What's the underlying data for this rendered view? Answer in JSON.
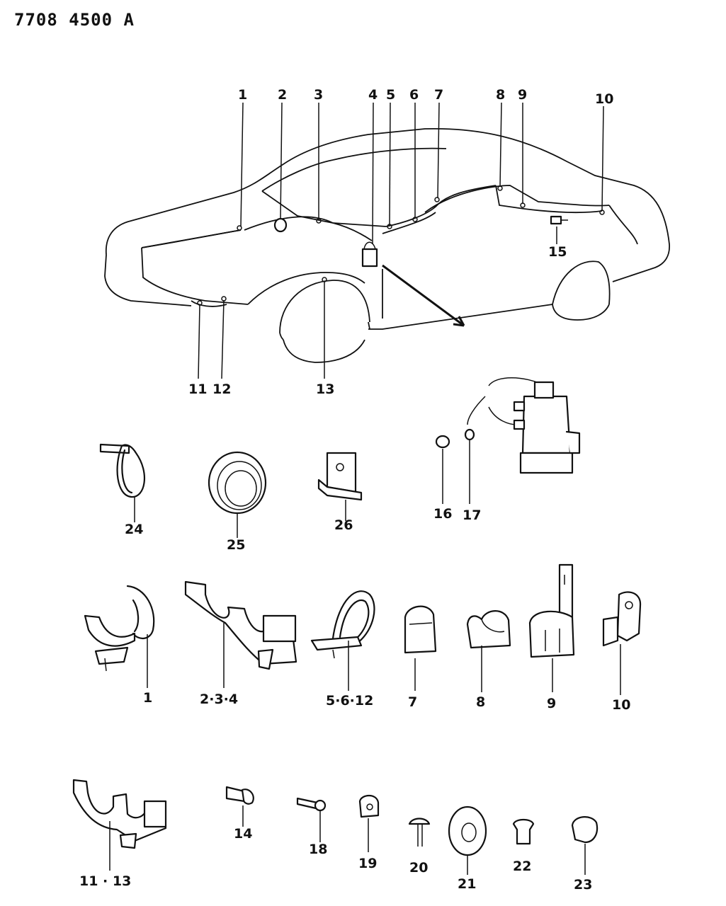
{
  "document": {
    "code": "7708 4500 A"
  },
  "vehicle_callouts": [
    "1",
    "2",
    "3",
    "4",
    "5",
    "6",
    "7",
    "8",
    "9",
    "10",
    "11",
    "12",
    "13",
    "15"
  ],
  "parts": {
    "p24": "24",
    "p25": "25",
    "p26": "26",
    "p16": "16",
    "p17": "17",
    "p1": "1",
    "p234": "2·3·4",
    "p5612": "5·6·12",
    "p7": "7",
    "p8": "8",
    "p9": "9",
    "p10": "10",
    "p1113": "11 · 13",
    "p14": "14",
    "p18": "18",
    "p19": "19",
    "p20": "20",
    "p21": "21",
    "p22": "22",
    "p23": "23"
  }
}
